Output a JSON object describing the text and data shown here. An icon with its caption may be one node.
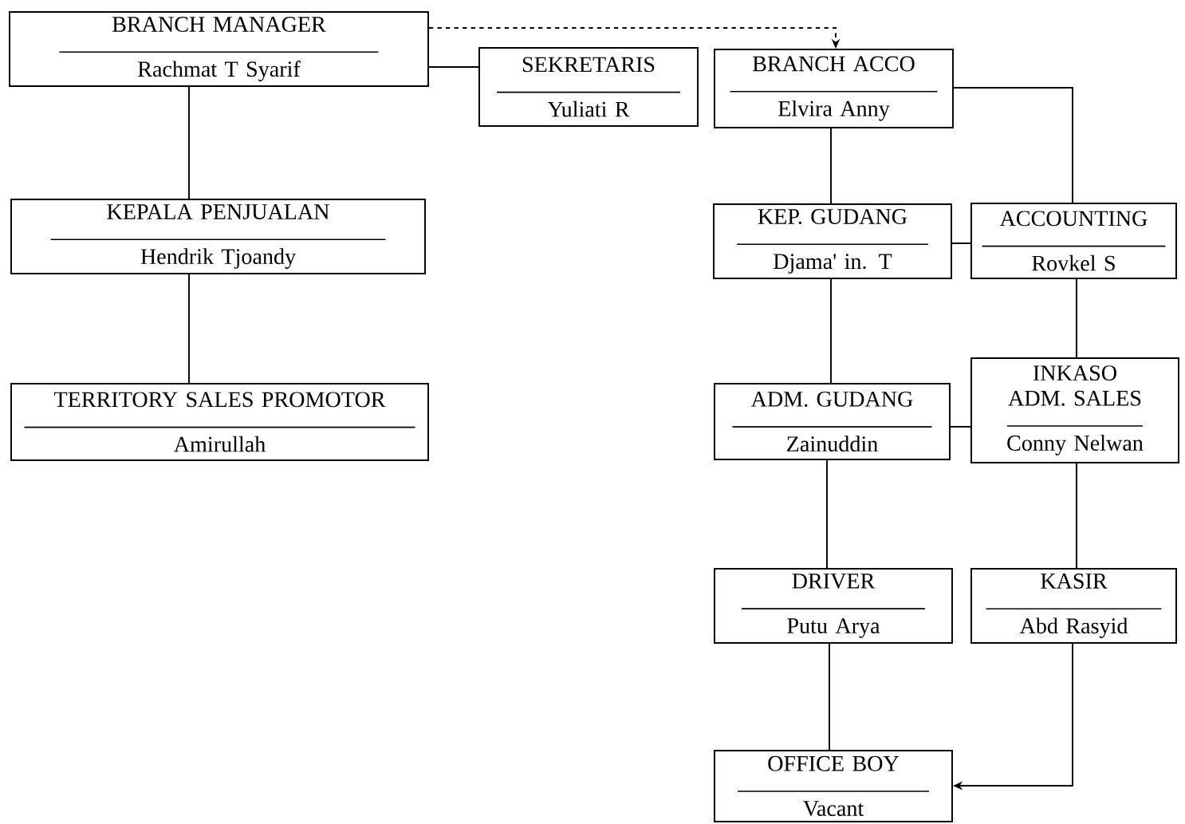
{
  "diagram": {
    "nodes": [
      {
        "text": [
          "BRANCH MANAGER",
          "Rachmat T Syarif"
        ]
      },
      {
        "text": [
          "SEKRETARIS",
          "Yuliati R"
        ]
      },
      {
        "text": [
          "BRANCH ACCO",
          "Elvira Anny"
        ]
      },
      {
        "text": [
          "KEPALA PENJUALAN",
          "Hendrik Tjoandy"
        ]
      },
      {
        "text": [
          "KEP. GUDANG",
          "Djama' in. T"
        ]
      },
      {
        "text": [
          "ACCOUNTING",
          "Rovkel S"
        ]
      },
      {
        "text": [
          "TERRITORY SALES PROMOTOR",
          "Amirullah"
        ]
      },
      {
        "text": [
          "ADM. GUDANG",
          "Zainuddin"
        ]
      },
      {
        "text": [
          "INKASO ADM. SALES",
          "Conny Nelwan"
        ]
      },
      {
        "text": [
          "DRIVER",
          "Putu Arya"
        ]
      },
      {
        "text": [
          "KASIR",
          "Abd Rasyid"
        ]
      },
      {
        "text": [
          "OFFICE BOY",
          "Vacant"
        ]
      }
    ],
    "edges": [
      {
        "from": 0,
        "to": 1,
        "arrow": "none"
      },
      {
        "from": 0,
        "to": 2,
        "arrow": "to",
        "style": "dashed"
      },
      {
        "from": 0,
        "to": 3,
        "arrow": "none"
      },
      {
        "from": 3,
        "to": 6,
        "arrow": "none"
      },
      {
        "from": 2,
        "to": 4,
        "arrow": "none"
      },
      {
        "from": 2,
        "to": 5,
        "arrow": "none"
      },
      {
        "from": 4,
        "to": 5,
        "arrow": "none"
      },
      {
        "from": 4,
        "to": 7,
        "arrow": "none"
      },
      {
        "from": 5,
        "to": 8,
        "arrow": "none"
      },
      {
        "from": 7,
        "to": 8,
        "arrow": "none"
      },
      {
        "from": 7,
        "to": 9,
        "arrow": "none"
      },
      {
        "from": 8,
        "to": 10,
        "arrow": "none"
      },
      {
        "from": 9,
        "to": 11,
        "arrow": "none"
      },
      {
        "from": 10,
        "to": 11,
        "arrow": "to"
      }
    ]
  }
}
